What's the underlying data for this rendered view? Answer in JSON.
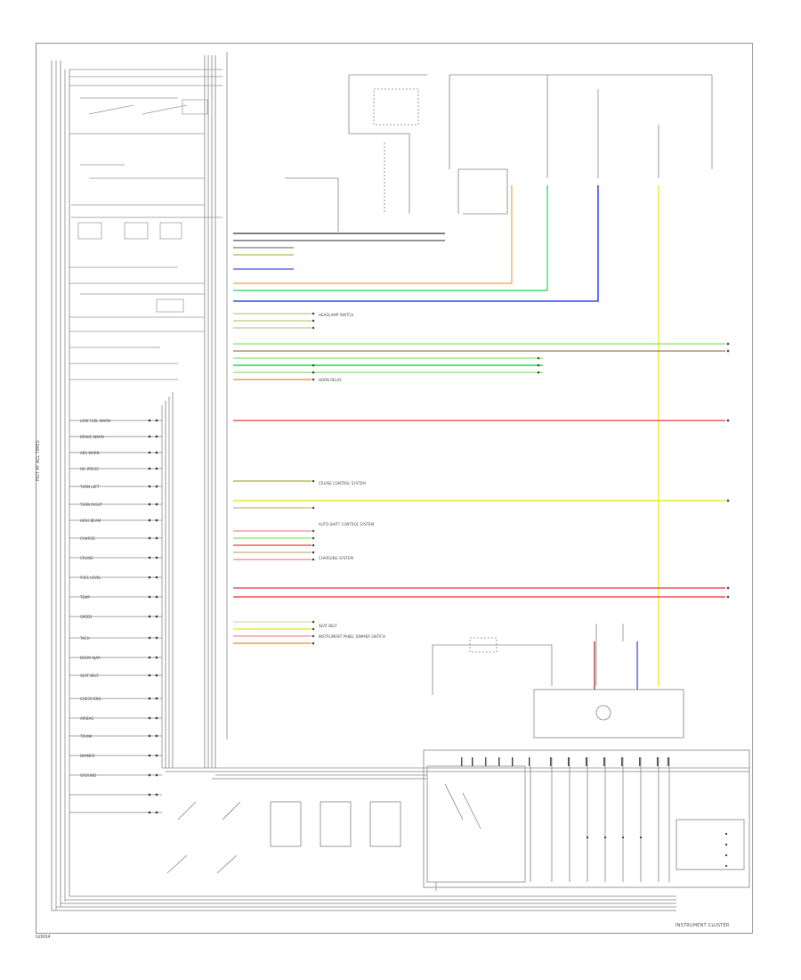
{
  "diagram": {
    "footer_left": "G0004",
    "footer_right": "INSTRUMENT CLUSTER",
    "vertical_label": "HOT AT ALL TIMES",
    "mid_labels": [
      "HEADLAMP SWITCH",
      "HORN RELAY",
      "CRUISE CONTROL SYSTEM",
      "CHARGING SYSTEM",
      "AUTO-SHIFT CONTROL SYSTEM",
      "INSTRUMENT PANEL DIMMER SWITCH",
      "SEAT BELT"
    ],
    "left_labels": [
      "LOW FUEL WARN",
      "BRAKE WARN",
      "ABS WARN",
      "OIL PRESS",
      "TURN LEFT",
      "TURN RIGHT",
      "HIGH BEAM",
      "CHARGE",
      "CRUISE",
      "FUEL LEVEL",
      "TEMP",
      "SPEED",
      "TACH",
      "DOOR AJAR",
      "SEAT BELT",
      "CHECK ENG",
      "AIRBAG",
      "TRUNK",
      "DIMMER",
      "GROUND"
    ],
    "colors": {
      "green": "#38d46a",
      "light_green": "#9de88a",
      "blue": "#3a4cf0",
      "orange": "#f5a45a",
      "red": "#ee6a6a",
      "pink": "#f2a0a0",
      "yellow": "#ecec3a",
      "pale_yellow": "#f0eaa0",
      "olive": "#b8b860",
      "gray": "#7a7a7a",
      "black": "#222222",
      "brown": "#8a5a3a"
    }
  }
}
